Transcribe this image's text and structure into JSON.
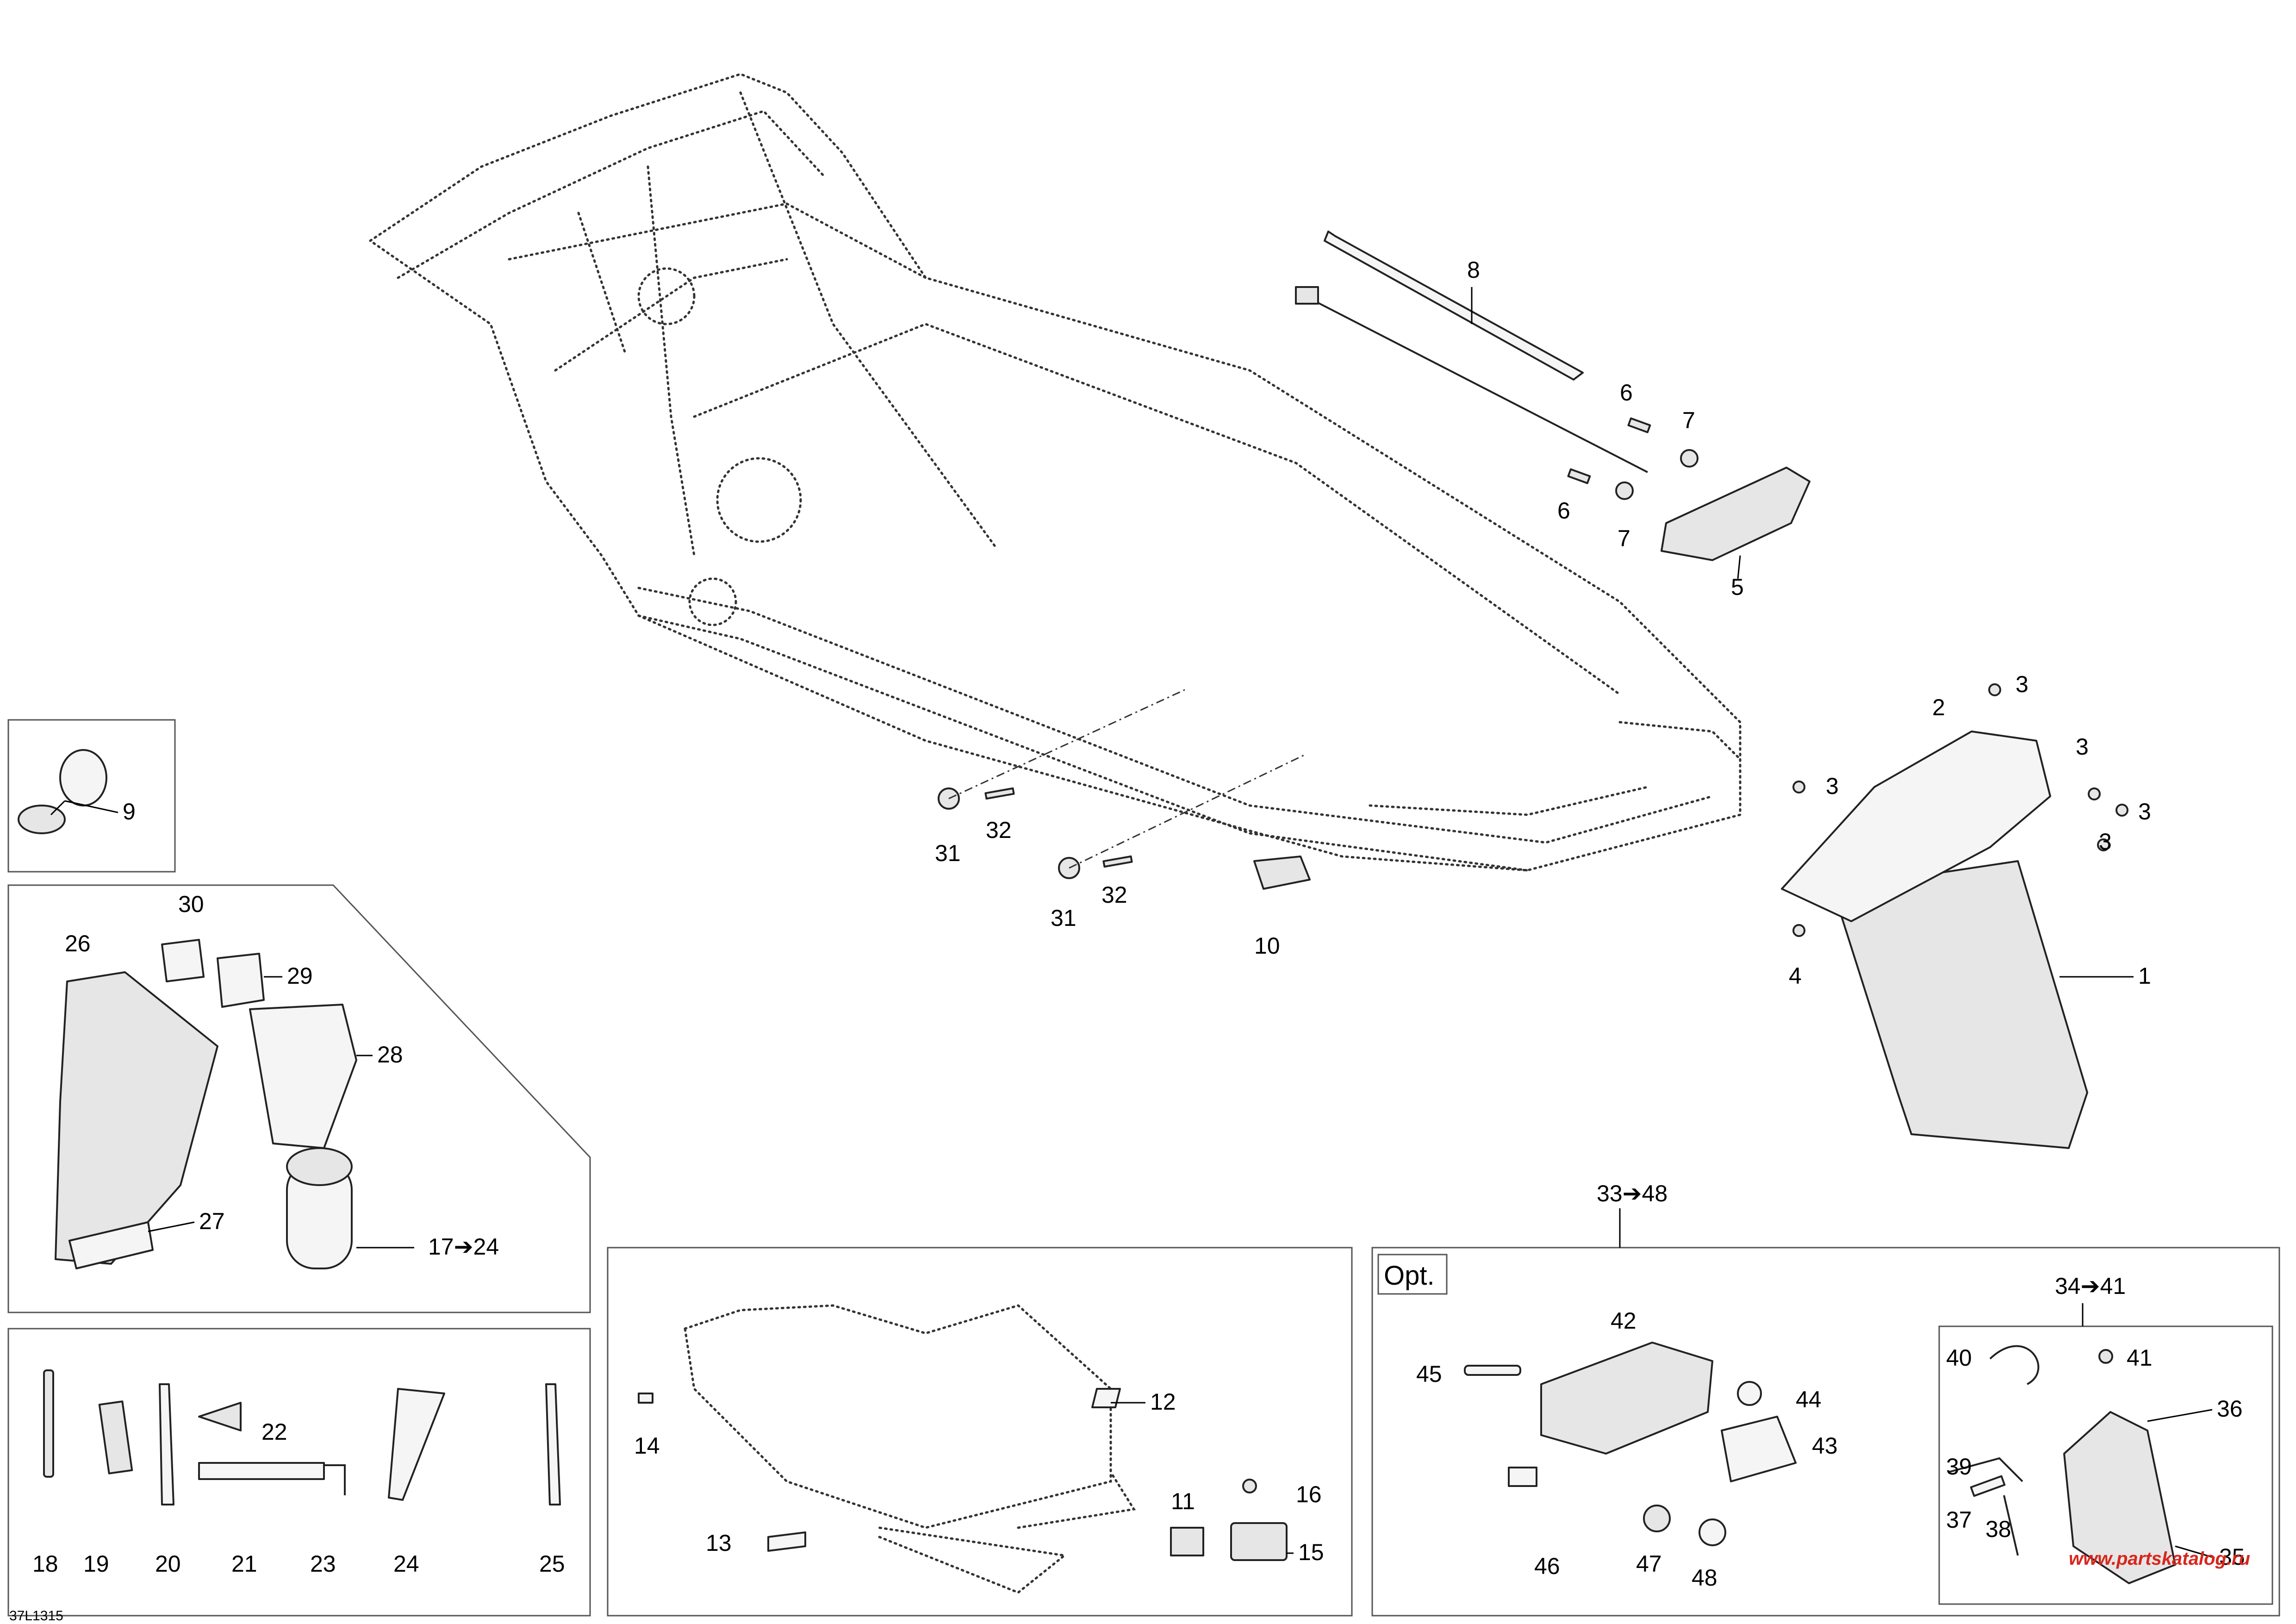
{
  "drawing_number": "37L1315",
  "watermark": "www.partskatalog.ru",
  "watermark_color": "#d8261c",
  "optional_panel": {
    "tag": "Opt.",
    "range_label": "33➔48",
    "sub_range_label": "34➔41"
  },
  "kit_range_label": "17➔24",
  "callouts": [
    "1",
    "2",
    "3",
    "4",
    "5",
    "6",
    "7",
    "8",
    "9",
    "10",
    "11",
    "12",
    "13",
    "14",
    "15",
    "16",
    "18",
    "19",
    "20",
    "21",
    "22",
    "23",
    "24",
    "25",
    "26",
    "27",
    "28",
    "29",
    "30",
    "31",
    "32",
    "35",
    "36",
    "37",
    "38",
    "39",
    "40",
    "41",
    "42",
    "43",
    "44",
    "45",
    "46",
    "47",
    "48"
  ]
}
